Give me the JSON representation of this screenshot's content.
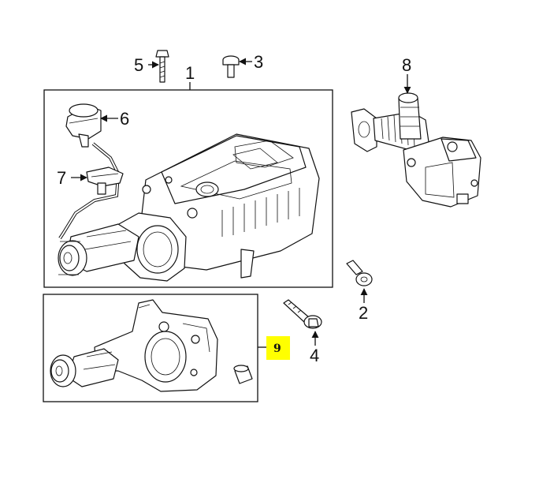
{
  "callouts": {
    "c1": "1",
    "c2": "2",
    "c3": "3",
    "c4": "4",
    "c5": "5",
    "c6": "6",
    "c7": "7",
    "c8": "8",
    "c9": "9"
  },
  "colors": {
    "highlight": "#ffff00",
    "ink": "#111111"
  }
}
